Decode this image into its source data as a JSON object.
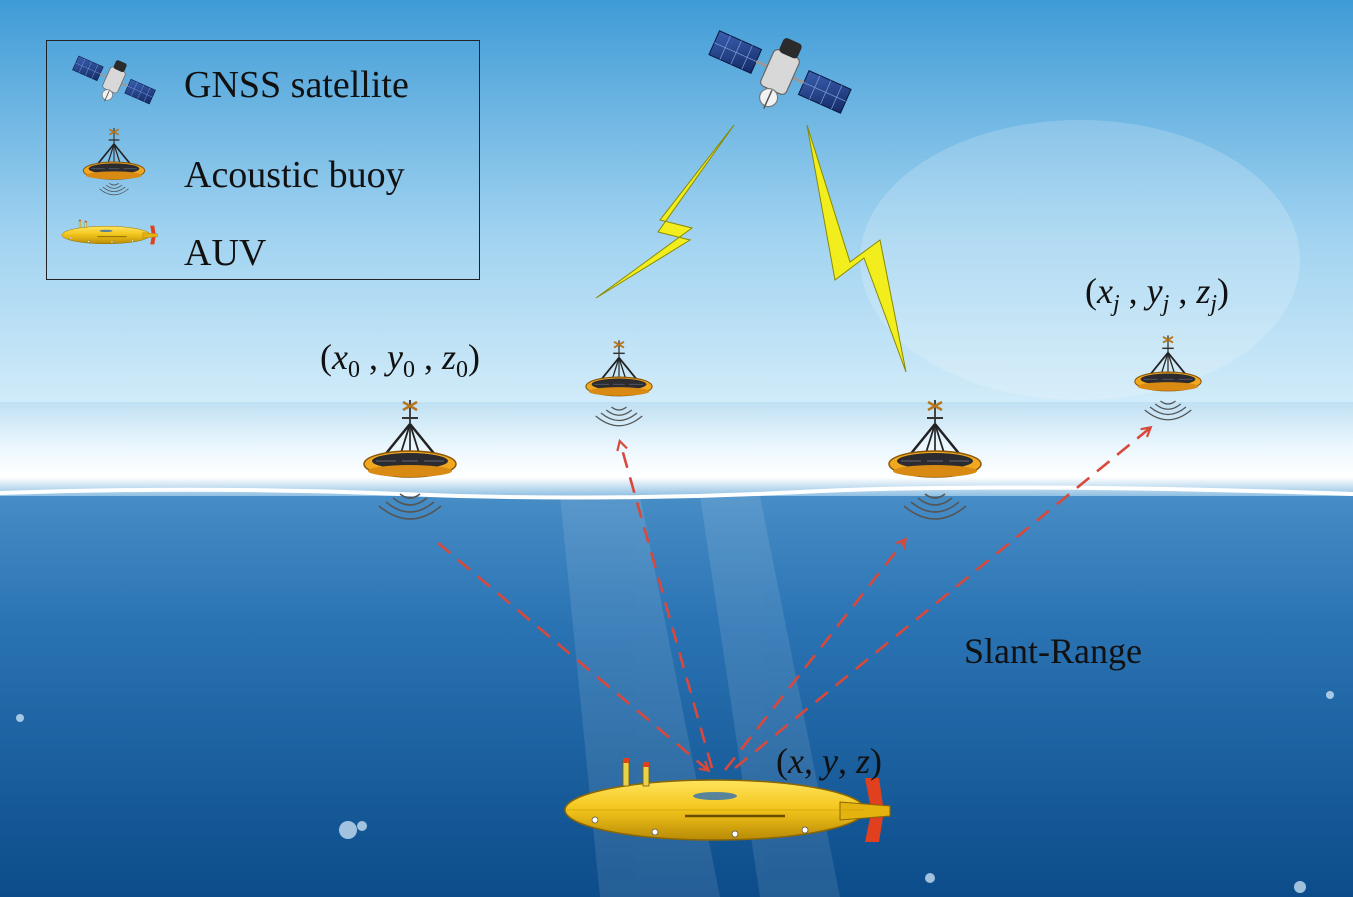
{
  "legend": {
    "satellite_label": "GNSS satellite",
    "buoy_label": "Acoustic buoy",
    "auv_label": "AUV"
  },
  "coords": {
    "buoy0": {
      "x": "x",
      "y": "y",
      "z": "z",
      "sub": "0"
    },
    "buoyj": {
      "x": "x",
      "y": "y",
      "z": "z",
      "sub": "j"
    },
    "auv": {
      "x": "x",
      "y": "y",
      "z": "z"
    }
  },
  "slant_range_label": "Slant-Range",
  "colors": {
    "sky_top": "#3f9bd6",
    "sky_bottom": "#d6eefa",
    "sea_top": "#3d86c2",
    "sea_bottom": "#0c4c8a",
    "range_line": "#d9483b",
    "signal_bolt": "#f2ee1d",
    "auv_body": "#f2c41a"
  }
}
